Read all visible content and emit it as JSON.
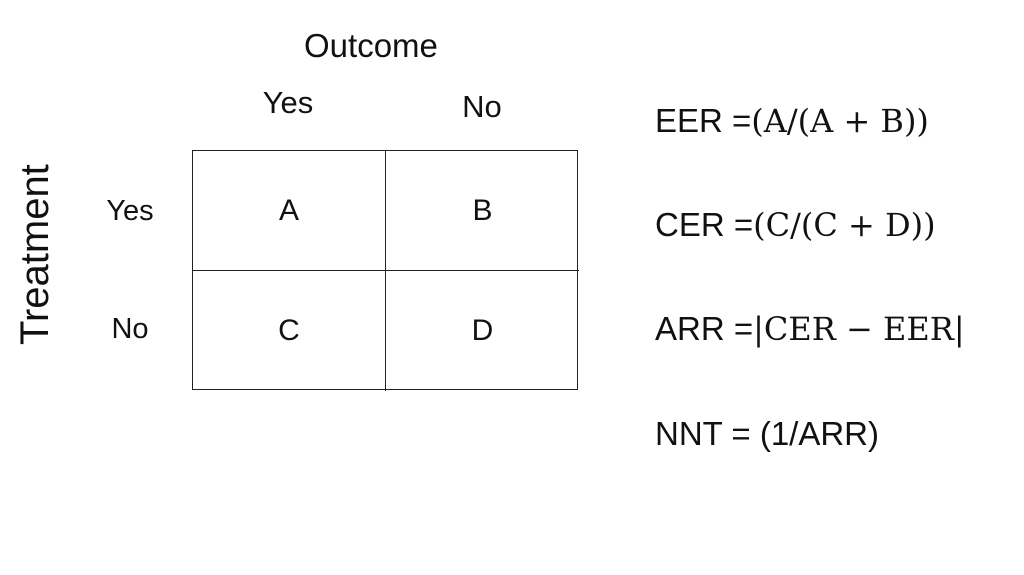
{
  "outcome_header": "Outcome",
  "columns": [
    "Yes",
    "No"
  ],
  "treatment_header": "Treatment",
  "rows": [
    "Yes",
    "No"
  ],
  "cells": [
    [
      "A",
      "B"
    ],
    [
      "C",
      "D"
    ]
  ],
  "formulas": [
    {
      "lhs": "EER =",
      "rhs": "(A/(A + B))"
    },
    {
      "lhs": "CER =",
      "rhs": "(C/(C + D))"
    },
    {
      "lhs": "ARR =",
      "rhs": "|CER − EER|"
    },
    {
      "lhs": "NNT = (1/ARR)",
      "rhs": ""
    }
  ]
}
